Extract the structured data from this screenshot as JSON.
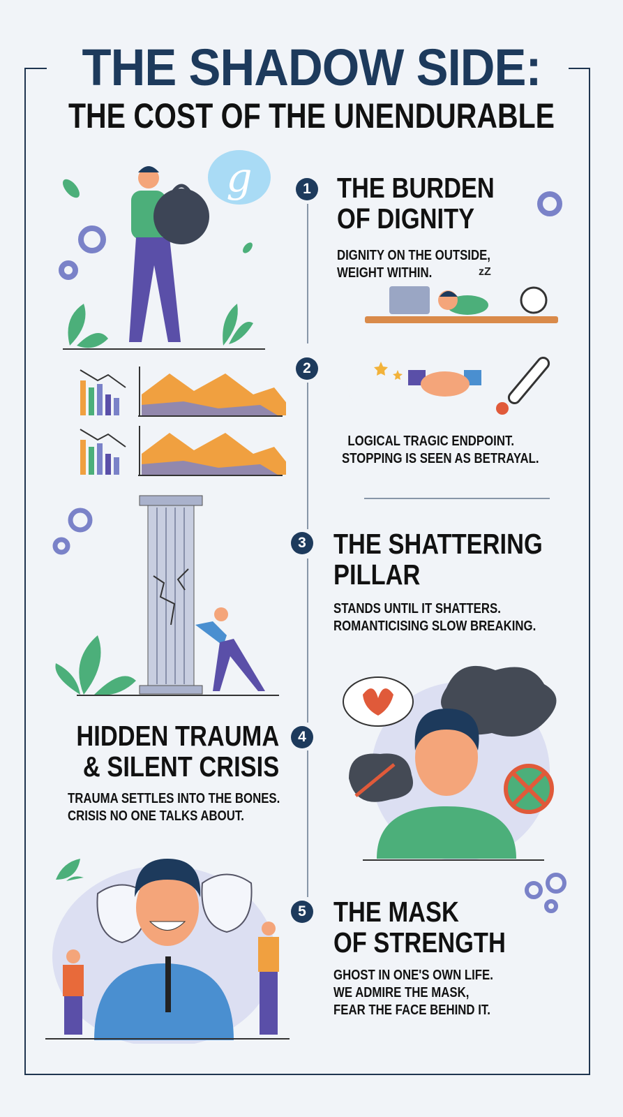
{
  "title": {
    "line1": "THE SHADOW SIDE:",
    "line2": "THE COST OF THE UNENDURABLE"
  },
  "logo": {
    "letter": "g"
  },
  "sections": [
    {
      "number": "1",
      "heading_lines": [
        "THE BURDEN",
        "OF DIGNITY"
      ],
      "text_lines": [
        "DIGNITY ON THE OUTSIDE,",
        "WEIGHT WITHIN."
      ],
      "sleep_label": "zZ"
    },
    {
      "number": "2",
      "heading_lines": [],
      "text_lines": [
        "LOGICAL TRAGIC ENDPOINT.",
        "STOPPING IS SEEN AS BETRAYAL."
      ]
    },
    {
      "number": "3",
      "heading_lines": [
        "THE SHATTERING",
        "PILLAR"
      ],
      "text_lines": [
        "STANDS UNTIL IT SHATTERS.",
        "ROMANTICISING SLOW BREAKING."
      ]
    },
    {
      "number": "4",
      "heading_lines": [
        "HIDDEN TRAUMA",
        "& SILENT CRISIS"
      ],
      "text_lines": [
        "TRAUMA SETTLES INTO THE BONES.",
        "CRISIS NO ONE TALKS ABOUT."
      ]
    },
    {
      "number": "5",
      "heading_lines": [
        "THE MASK",
        "OF STRENGTH"
      ],
      "text_lines": [
        "GHOST IN ONE'S OWN LIFE.",
        "WE ADMIRE THE MASK,",
        "FEAR THE FACE BEHIND IT."
      ]
    }
  ],
  "colors": {
    "navy": "#1d3a5c",
    "green": "#4caf7a",
    "purple": "#5a4fa8",
    "orange": "#f0a040",
    "skin": "#f4a57a",
    "gear": "#7a82c8"
  }
}
